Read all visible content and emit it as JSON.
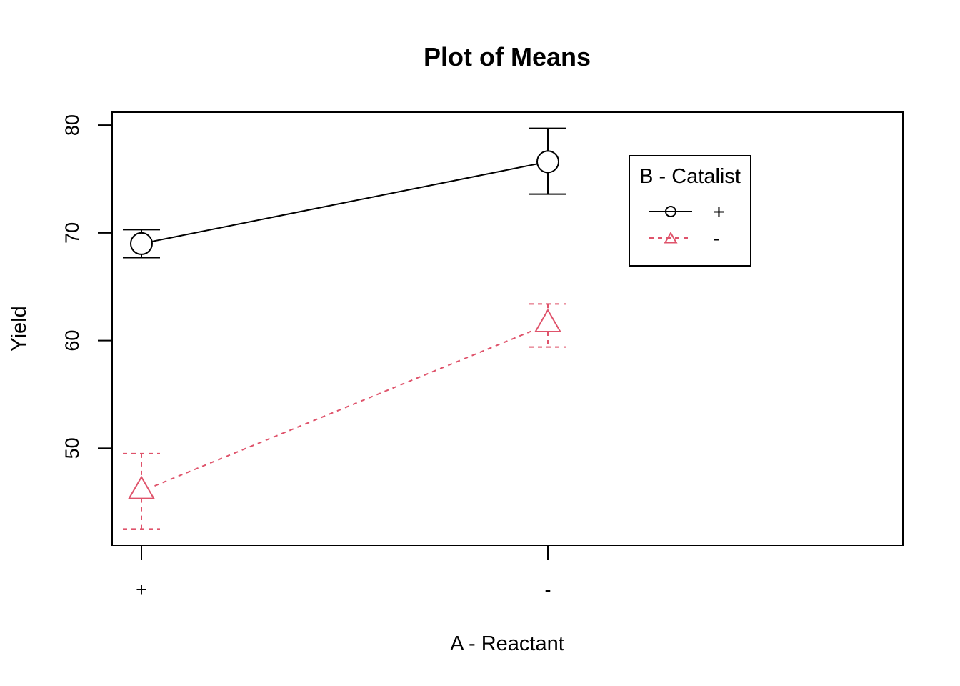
{
  "chart_data": {
    "type": "line",
    "title": "Plot of Means",
    "xlabel": "A - Reactant",
    "ylabel": "Yield",
    "categories": [
      "+",
      "-"
    ],
    "ylim": [
      41,
      81.2
    ],
    "yticks": [
      50,
      60,
      70,
      80
    ],
    "grid": false,
    "legend": {
      "title": "B - Catalist",
      "placement": "top-right"
    },
    "series": [
      {
        "name": "+",
        "values": [
          69.0,
          76.6
        ],
        "error_low": [
          67.7,
          73.6
        ],
        "error_high": [
          70.3,
          79.7
        ],
        "color": "#000000",
        "marker": "circle",
        "line_style": "solid"
      },
      {
        "name": "-",
        "values": [
          46.0,
          61.5
        ],
        "error_low": [
          42.5,
          59.4
        ],
        "error_high": [
          49.5,
          63.4
        ],
        "color": "#DF536B",
        "marker": "triangle",
        "line_style": "dashed"
      }
    ]
  }
}
